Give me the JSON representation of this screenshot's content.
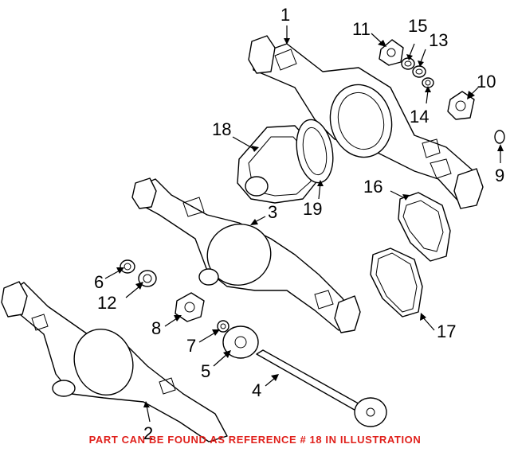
{
  "callouts": [
    "1",
    "2",
    "3",
    "4",
    "5",
    "6",
    "7",
    "8",
    "9",
    "10",
    "11",
    "12",
    "13",
    "14",
    "15",
    "16",
    "17",
    "18",
    "19"
  ],
  "caption": "PART CAN BE FOUND AS REFERENCE # 18 IN ILLUSTRATION",
  "colors": {
    "caption": "#e0201b",
    "ink": "#000000",
    "background": "#ffffff"
  }
}
